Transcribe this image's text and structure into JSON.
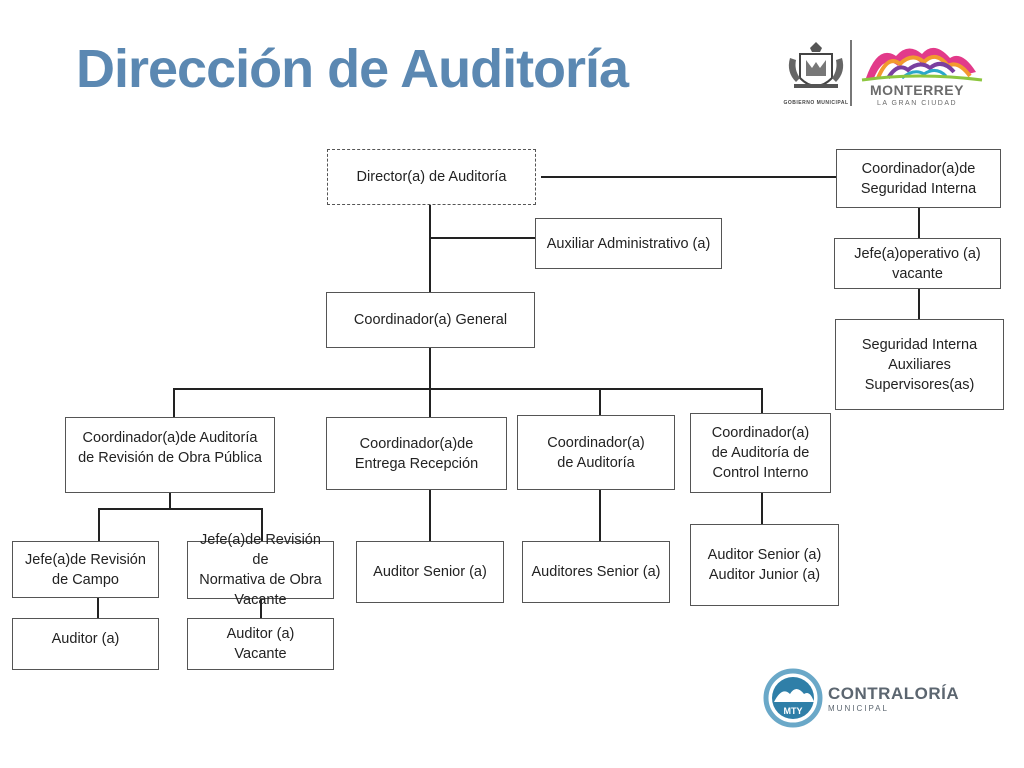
{
  "title": "Dirección de Auditoría",
  "logos": {
    "gobierno_caption": "GOBIERNO MUNICIPAL",
    "monterrey_name": "MONTERREY",
    "monterrey_tagline": "LA GRAN CIUDAD",
    "contraloria_name": "CONTRALORÍA",
    "contraloria_sub": "MUNICIPAL",
    "contraloria_badge": "MTY"
  },
  "org_chart": {
    "director": "Director(a) de Auditoría",
    "auxiliar": "Auxiliar Administrativo (a)",
    "coord_general": "Coordinador(a) General",
    "coord_seguridad": "Coordinador(a)de\nSeguridad Interna",
    "jefe_operativo": "Jefe(a)operativo (a)\nvacante",
    "seguridad_interna": "Seguridad Interna\nAuxiliares\nSupervisores(as)",
    "coord_obra_publica": "Coordinador(a)de Auditoría\nde Revisión de Obra Pública",
    "coord_entrega": "Coordinador(a)de\nEntrega Recepción",
    "coord_auditoria": "Coordinador(a)\nde Auditoría",
    "coord_control_interno": "Coordinador(a)\nde Auditoría de\nControl Interno",
    "jefe_campo": "Jefe(a)de Revisión\nde Campo",
    "jefe_normativa": "Jefe(a)de Revisión de\nNormativa de Obra\nVacante",
    "auditor_senior_entrega": "Auditor Senior (a)",
    "auditores_senior": "Auditores Senior (a)",
    "auditor_senior_junior": "Auditor Senior (a)\nAuditor Junior (a)",
    "auditor_campo": "Auditor (a)",
    "auditor_normativa": "Auditor (a)\nVacante"
  },
  "colors": {
    "title": "#5b88b2",
    "box_border": "#555555",
    "connector": "#222222"
  }
}
